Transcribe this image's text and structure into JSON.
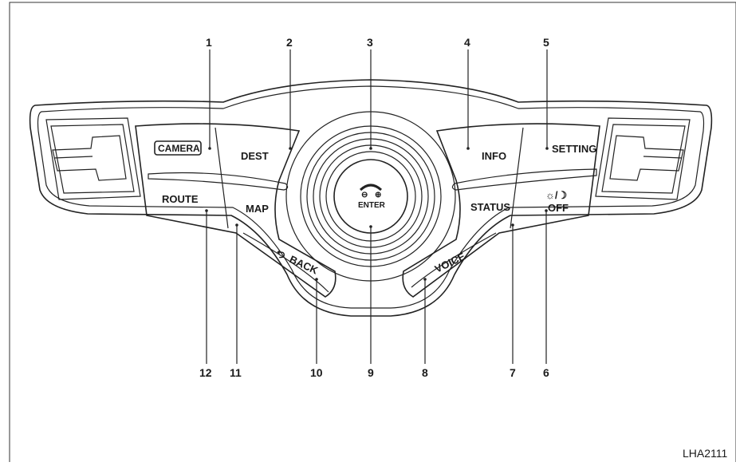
{
  "buttons": {
    "camera": "CAMERA",
    "dest": "DEST",
    "info": "INFO",
    "setting": "SETTING",
    "route": "ROUTE",
    "map": "MAP",
    "status": "STATUS",
    "off": "OFF",
    "back": "BACK",
    "voice": "VOICE",
    "enter": "ENTER"
  },
  "icons": {
    "day_night": "☼/☽",
    "back_arrow": "back-arrow-icon",
    "phone": "phone-icon",
    "zoom_out": "⊖",
    "zoom_in": "⊕"
  },
  "callouts": [
    "1",
    "2",
    "3",
    "4",
    "5",
    "6",
    "7",
    "8",
    "9",
    "10",
    "11",
    "12"
  ],
  "figure_id": "LHA2111"
}
